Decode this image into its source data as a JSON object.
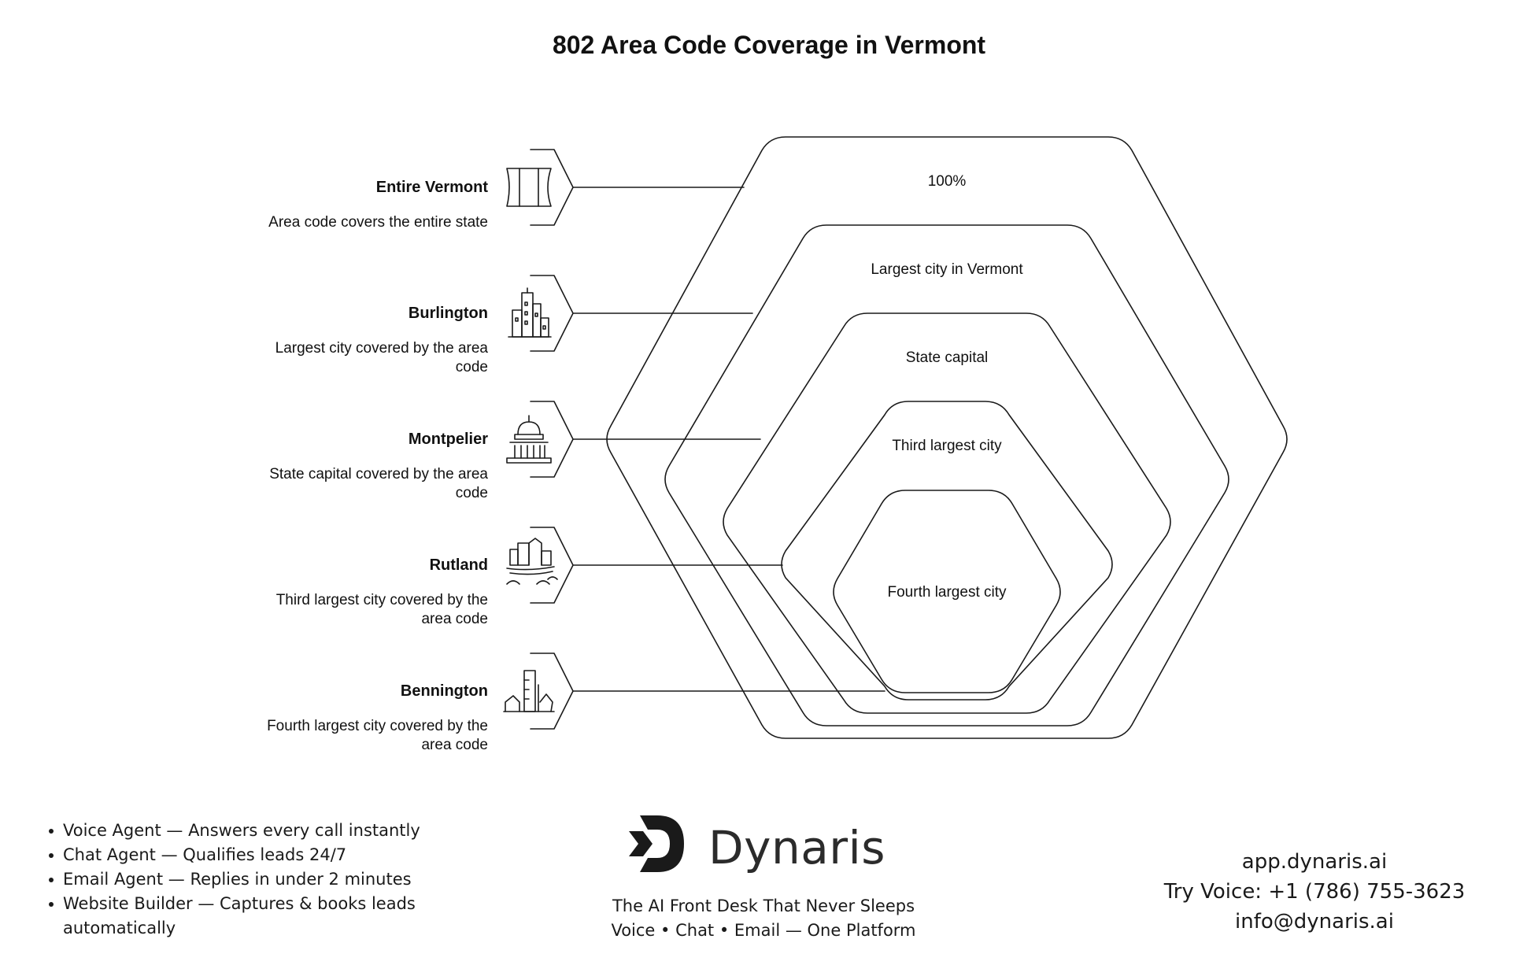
{
  "title": "802 Area Code Coverage in Vermont",
  "items": [
    {
      "name": "Entire Vermont",
      "desc": [
        "Area code covers the entire state"
      ],
      "icon": "vermont-map-icon",
      "hex_label": "100%"
    },
    {
      "name": "Burlington",
      "desc": [
        "Largest city covered by the area",
        "code"
      ],
      "icon": "city-skyline-icon",
      "hex_label": "Largest city in Vermont"
    },
    {
      "name": "Montpelier",
      "desc": [
        "State capital covered by the area",
        "code"
      ],
      "icon": "capitol-building-icon",
      "hex_label": "State capital"
    },
    {
      "name": "Rutland",
      "desc": [
        "Third largest city covered by the",
        "area code"
      ],
      "icon": "town-landscape-icon",
      "hex_label": "Third largest city"
    },
    {
      "name": "Bennington",
      "desc": [
        "Fourth largest city covered by the",
        "area code"
      ],
      "icon": "monument-icon",
      "hex_label": "Fourth largest city"
    }
  ],
  "footer": {
    "features": [
      "Voice Agent — Answers every call instantly",
      "Chat Agent — Qualifies leads 24/7",
      "Email Agent — Replies in under 2 minutes",
      " Website Builder — Captures & books leads automatically"
    ],
    "brand_name": "Dynaris",
    "tagline": [
      "The AI Front Desk That Never Sleeps",
      "Voice • Chat • Email — One Platform"
    ],
    "contact": [
      "app.dynaris.ai",
      "Try Voice: +1 (786) 755-3623",
      "info@dynaris.ai"
    ]
  }
}
